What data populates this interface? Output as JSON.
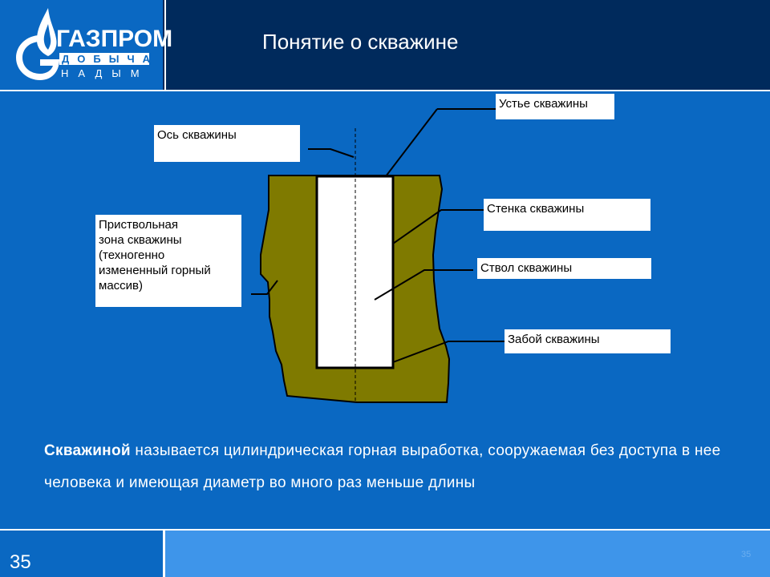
{
  "header": {
    "title": "Понятие о скважине",
    "logo": {
      "name": "ГАЗПРОМ",
      "sub": "ДОБЫЧА",
      "city": "НАДЫМ"
    }
  },
  "diagram": {
    "labels": {
      "axis": "Ось скважины",
      "mouth": "Устье скважины",
      "near_wall_zone": "Приствольная\nзона скважины\n(техногенно\nизмененный горный\nмассив)",
      "wall": "Стенка скважины",
      "bore": "Ствол скважины",
      "bottom": "Забой скважины"
    }
  },
  "definition": {
    "term": "Скважиной",
    "text": " называется цилиндрическая горная выработка, сооружаемая без доступа в нее человека и имеющая диаметр во много раз меньше длины"
  },
  "footer": {
    "slide_number": "35",
    "slide_number_small": "35"
  },
  "colors": {
    "background": "#0a68c2",
    "header_band": "#002a5c",
    "rock": "#7f7a00",
    "footer_band": "#3e95ea"
  }
}
